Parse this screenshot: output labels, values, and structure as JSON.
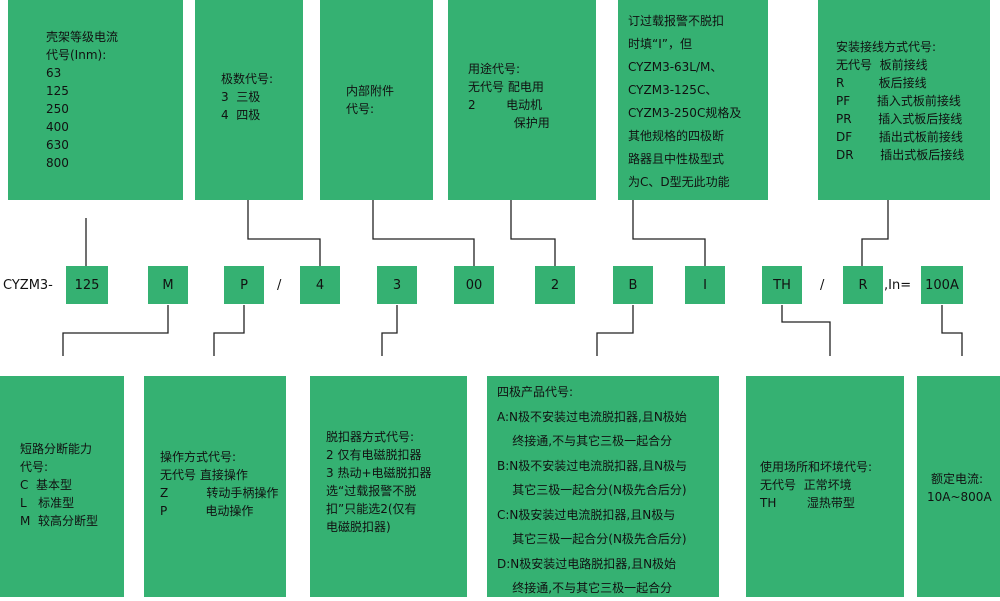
{
  "top_boxes": {
    "frame": {
      "lines": [
        "壳架等级电流",
        "代号(Inm):",
        "63",
        "125",
        "250",
        "400",
        "630",
        "800"
      ]
    },
    "poles": {
      "lines": [
        "极数代号:",
        "3  三极",
        "4  四极"
      ]
    },
    "accessory": {
      "lines": [
        "内部附件",
        "代号:"
      ]
    },
    "usage": {
      "lines": [
        "用途代号:",
        "无代号 配电用",
        "2        电动机",
        "            保护用"
      ]
    },
    "alarm": {
      "lines": [
        "订过载报警不脱扣",
        "时填“I”，但",
        "CYZM3-63L/M、",
        "CYZM3-125C、",
        "CYZM3-250C规格及",
        "其他规格的四极断",
        "路器且中性极型式",
        "为C、D型无此功能"
      ]
    },
    "wiring": {
      "lines": [
        "安装接线方式代号:",
        "无代号  板前接线",
        "R         板后接线",
        "PF       插入式板前接线",
        "PR       插入式板后接线",
        "DF       插出式板前接线",
        "DR       插出式板后接线"
      ]
    }
  },
  "model_row": {
    "prefix": "CYZM3-",
    "cells": [
      "125",
      "M",
      "P",
      "4",
      "3",
      "00",
      "2",
      "B",
      "I",
      "TH",
      "R",
      "100A"
    ],
    "slash_1": "/",
    "slash_2": "/",
    "in_label": ",In="
  },
  "bottom_boxes": {
    "breaking": {
      "lines": [
        "短路分断能力",
        "代号:",
        "C  基本型",
        "L   标准型",
        "M  较高分断型"
      ]
    },
    "operation": {
      "lines": [
        "操作方式代号:",
        "无代号 直接操作",
        "Z          转动手柄操作",
        "P          电动操作"
      ]
    },
    "release": {
      "lines": [
        "脱扣器方式代号:",
        "2 仅有电磁脱扣器",
        "3 热动+电磁脱扣器",
        "选“过载报警不脱",
        "扣”只能选2(仅有",
        "电磁脱扣器)"
      ]
    },
    "four_pole": {
      "lines": [
        "四极产品代号:",
        "A:N极不安装过电流脱扣器,且N极始",
        "    终接通,不与其它三极一起合分",
        "B:N极不安装过电流脱扣器,且N极与",
        "    其它三极一起合分(N极先合后分)",
        "C:N极安装过电流脱扣器,且N极与",
        "    其它三极一起合分(N极先合后分)",
        "D:N极安装过电路脱扣器,且N极始",
        "    终接通,不与其它三极一起合分"
      ]
    },
    "environment": {
      "lines": [
        "使用场所和坏境代号:",
        "无代号  正常坏境",
        "TH        湿热带型"
      ]
    },
    "rated": {
      "lines": [
        "额定电流:",
        "10A~800A"
      ]
    }
  },
  "colors": {
    "box_green": "#35b172",
    "line": "#222222"
  }
}
